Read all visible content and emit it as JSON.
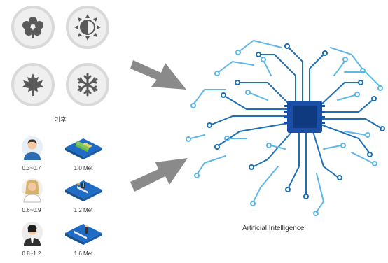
{
  "climate": {
    "label": "기후",
    "seasons": [
      {
        "name": "spring",
        "icon": "flower-icon"
      },
      {
        "name": "summer",
        "icon": "sun-icon"
      },
      {
        "name": "autumn",
        "icon": "maple-leaf-icon"
      },
      {
        "name": "winter",
        "icon": "snowflake-icon"
      }
    ]
  },
  "people": [
    {
      "icon": "male-person-icon",
      "clo": "0.3~0.7",
      "activity_icon": "lounge-icon",
      "met": "1.0 Met"
    },
    {
      "icon": "female-person-icon",
      "clo": "0.6~0.9",
      "activity_icon": "desk-work-icon",
      "met": "1.2 Met"
    },
    {
      "icon": "businessman-icon",
      "clo": "0.8~1.2",
      "activity_icon": "standing-work-icon",
      "met": "1.6 Met"
    }
  ],
  "ai": {
    "label": "Artificial Intelligence",
    "icon": "brain-circuit-icon"
  },
  "colors": {
    "season_bg": "#efefef",
    "season_border": "#d9d9d9",
    "season_icon": "#5a5a5a",
    "arrow": "#8a8a8a",
    "circuit_dark": "#1e6fb5",
    "circuit_light": "#5fb6e8",
    "chip": "#1a4fa8"
  }
}
